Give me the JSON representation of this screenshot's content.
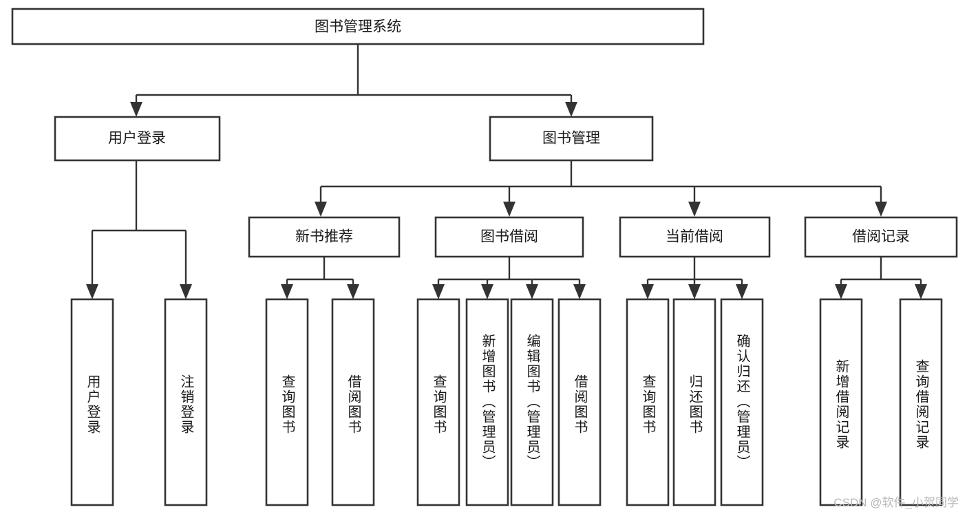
{
  "diagram": {
    "title": "图书管理系统",
    "type": "tree-hierarchy-diagram",
    "colors": {
      "box_stroke": "#333333",
      "box_fill": "#ffffff",
      "label_text": "#1a1a1a",
      "connector": "#333333",
      "watermark": "#b8b8b8",
      "background": "#ffffff"
    },
    "root": {
      "label": "图书管理系统"
    },
    "level2": [
      {
        "id": "user-login",
        "label": "用户登录"
      },
      {
        "id": "book-management",
        "label": "图书管理"
      }
    ],
    "level3": [
      {
        "id": "new-book-recommend",
        "label": "新书推荐"
      },
      {
        "id": "book-borrow",
        "label": "图书借阅"
      },
      {
        "id": "current-borrow",
        "label": "当前借阅"
      },
      {
        "id": "borrow-record",
        "label": "借阅记录"
      }
    ],
    "leaves": {
      "user_login": [
        {
          "id": "leaf-user-login",
          "label": "用户登录"
        },
        {
          "id": "leaf-logout-login",
          "label": "注销登录"
        }
      ],
      "new_book_recommend": [
        {
          "id": "leaf-query-book-1",
          "label": "查询图书"
        },
        {
          "id": "leaf-borrow-book-1",
          "label": "借阅图书"
        }
      ],
      "book_borrow": [
        {
          "id": "leaf-query-book-2",
          "label": "查询图书"
        },
        {
          "id": "leaf-add-book",
          "label": "新增图书（管理员）"
        },
        {
          "id": "leaf-edit-book",
          "label": "编辑图书（管理员）"
        },
        {
          "id": "leaf-borrow-book-2",
          "label": "借阅图书"
        }
      ],
      "current_borrow": [
        {
          "id": "leaf-query-book-3",
          "label": "查询图书"
        },
        {
          "id": "leaf-return-book",
          "label": "归还图书"
        },
        {
          "id": "leaf-confirm-return",
          "label": "确认归还（管理员）"
        }
      ],
      "borrow_record": [
        {
          "id": "leaf-add-borrow-record",
          "label": "新增借阅记录"
        },
        {
          "id": "leaf-query-borrow-record",
          "label": "查询借阅记录"
        }
      ]
    }
  },
  "watermark": {
    "text": "CSDN @软件_小贺同学"
  }
}
